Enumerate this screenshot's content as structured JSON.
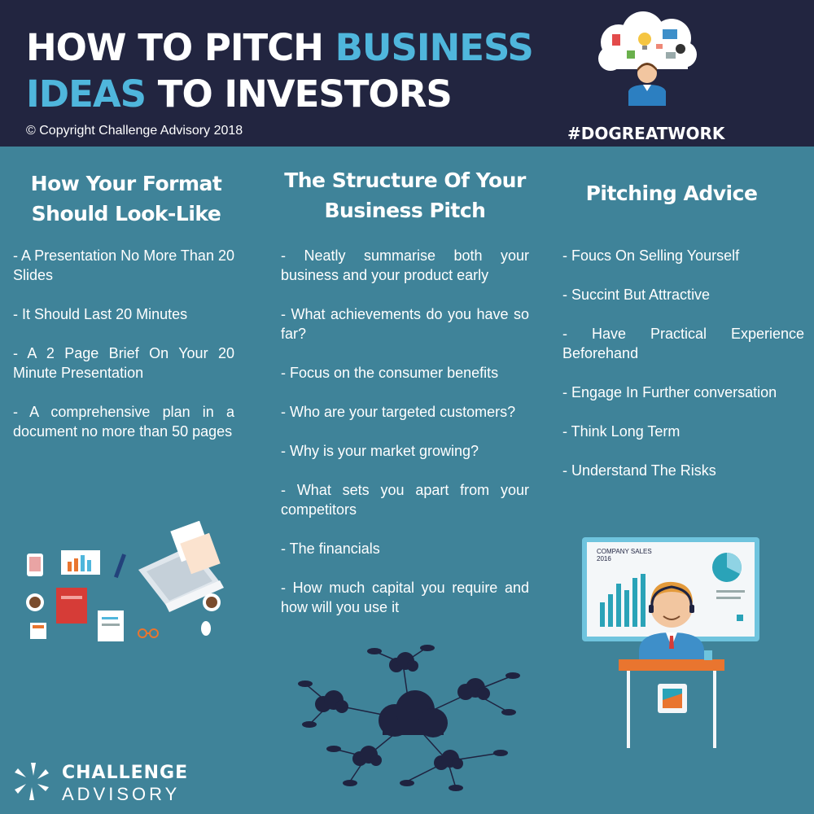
{
  "header": {
    "title_part1": "HOW TO PITCH ",
    "title_accent1": "BUSINESS",
    "title_accent2": "IDEAS",
    "title_part2": " TO INVESTORS",
    "copyright": "© Copyright Challenge Advisory 2018",
    "hashtag": "#DOGREATWORK"
  },
  "columns": [
    {
      "title": "How Your Format Should Look-Like",
      "items": [
        "- A Presentation No More Than 20 Slides",
        "- It Should Last 20 Minutes",
        "- A 2 Page Brief On Your 20 Minute Presentation",
        "- A comprehensive plan in a document no more than 50 pages"
      ]
    },
    {
      "title": "The Structure Of Your Business Pitch",
      "items": [
        "- Neatly summarise both your business and your product early",
        "- What achievements do you have so far?",
        "- Focus on the consumer benefits",
        "- Who are your targeted customers?",
        "- Why is your market growing?",
        "- What sets you apart from your competitors",
        "- The financials",
        "- How much capital you require and how will you use it"
      ]
    },
    {
      "title": "Pitching Advice",
      "items": [
        "- Foucs On Selling Yourself",
        "- Succint But Attractive",
        "- Have Practical Experience Beforehand",
        "- Engage In Further conversation",
        "- Think Long Term",
        "- Understand The Risks"
      ]
    }
  ],
  "presenter_screen": {
    "line1": "COMPANY SALES",
    "line2": "2016"
  },
  "logo": {
    "line1": "CHALLENGE",
    "line2": "ADVISORY"
  },
  "colors": {
    "background": "#3f8399",
    "header": "#222540",
    "accent": "#4fb6dc"
  }
}
